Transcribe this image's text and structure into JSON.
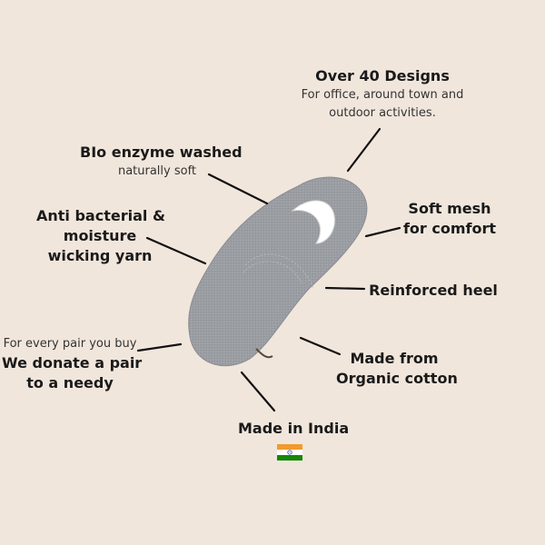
{
  "features": {
    "designs": {
      "title": "Over 40 Designs",
      "subtitle_1": "For office, around town and",
      "subtitle_2": "outdoor activities."
    },
    "bio_enzyme": {
      "title": "BIo enzyme washed",
      "subtitle": "naturally soft"
    },
    "anti_bacterial": {
      "line_1": "Anti bacterial &",
      "line_2": "moisture",
      "line_3": "wicking yarn"
    },
    "soft_mesh": {
      "line_1": "Soft mesh",
      "line_2": "for comfort"
    },
    "reinforced_heel": {
      "title": "Reinforced heel"
    },
    "donate": {
      "subtitle": "For every pair you buy",
      "line_1": "We donate a pair",
      "line_2": "to a needy"
    },
    "organic": {
      "line_1": "Made from",
      "line_2": "Organic cotton"
    },
    "made_in": {
      "title": "Made in India"
    }
  },
  "colors": {
    "background": "#f1e6dc",
    "sock": "#9a9da2",
    "flag_saffron": "#f29a2e",
    "flag_green": "#138808",
    "flag_chakra": "#0b2a8a"
  },
  "icons": {
    "flag": "india-flag-icon"
  }
}
